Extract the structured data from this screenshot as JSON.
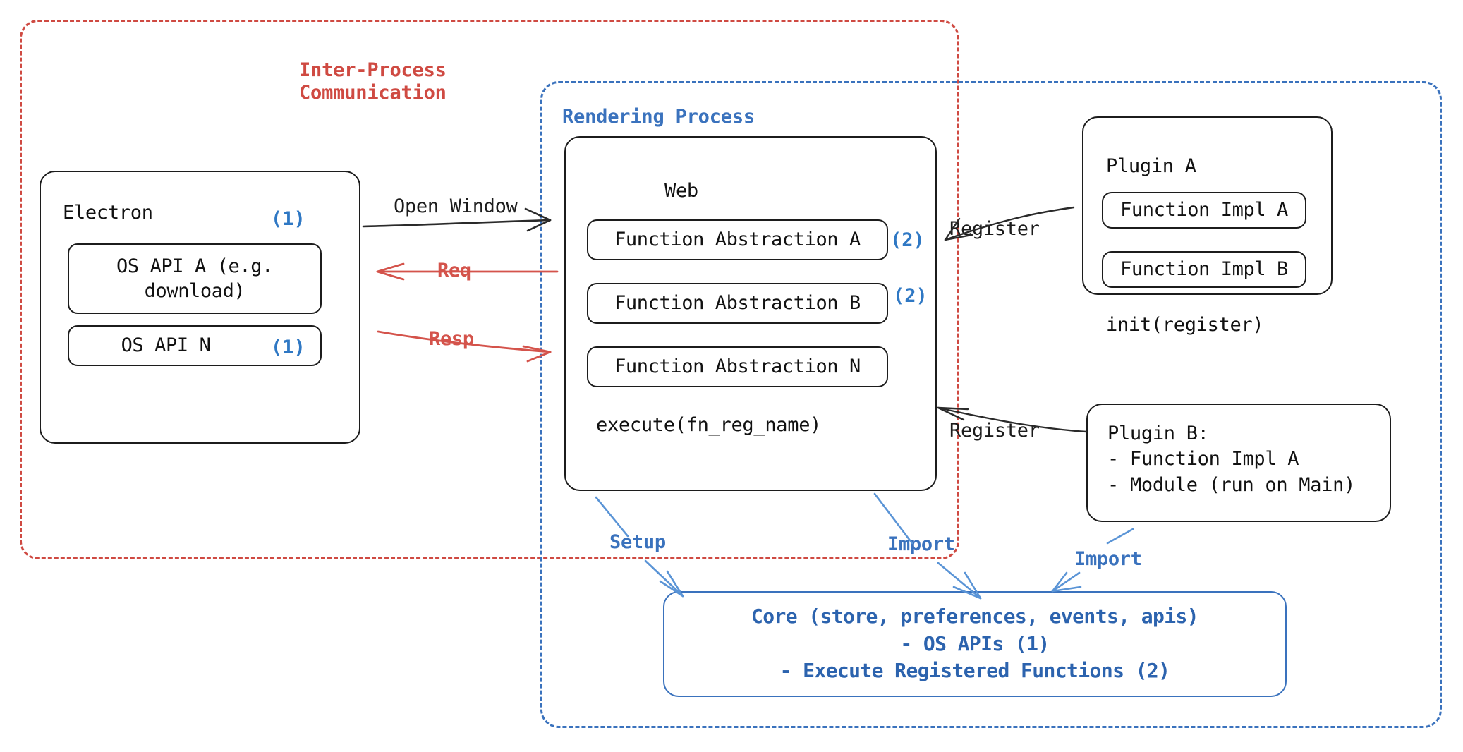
{
  "regions": {
    "ipc": {
      "label_line1": "Inter-Process",
      "label_line2": "Communication",
      "color": "#cf4a42"
    },
    "rendering": {
      "label": "Rendering Process",
      "color": "#3a72bd"
    }
  },
  "electron": {
    "title": "Electron",
    "apis": [
      {
        "line1": "OS API A (e.g.",
        "line2": "download)",
        "tag": "(1)"
      },
      {
        "line1": "OS API N",
        "line2": "",
        "tag": "(1)"
      }
    ]
  },
  "web": {
    "title": "Web",
    "functions": [
      {
        "label": "Function Abstraction A",
        "tag": "(2)"
      },
      {
        "label": "Function Abstraction B",
        "tag": "(2)"
      },
      {
        "label": "Function Abstraction N",
        "tag": ""
      }
    ],
    "execute": "execute(fn_reg_name)"
  },
  "plugin_a": {
    "title": "Plugin A",
    "impls": [
      "Function Impl A",
      "Function Impl B"
    ],
    "init": "init(register)"
  },
  "plugin_b": {
    "title": "Plugin B:",
    "items": [
      "- Function Impl A",
      "- Module (run on Main)"
    ]
  },
  "core": {
    "line1": "Core (store, preferences, events, apis)",
    "line2": "- OS APIs (1)",
    "line3": "- Execute Registered Functions (2)",
    "color": "#2c63ae"
  },
  "edges": {
    "open_window": "Open Window",
    "req": "Req",
    "resp": "Resp",
    "register_a": "Register",
    "register_b": "Register",
    "setup": "Setup",
    "import_web": "Import",
    "import_plugin": "Import"
  },
  "colors": {
    "red": "#cf4a42",
    "red_arrow": "#d4534b",
    "blue": "#3a72bd",
    "blue_tag": "#2f78c4",
    "black": "#1c1c1c"
  }
}
